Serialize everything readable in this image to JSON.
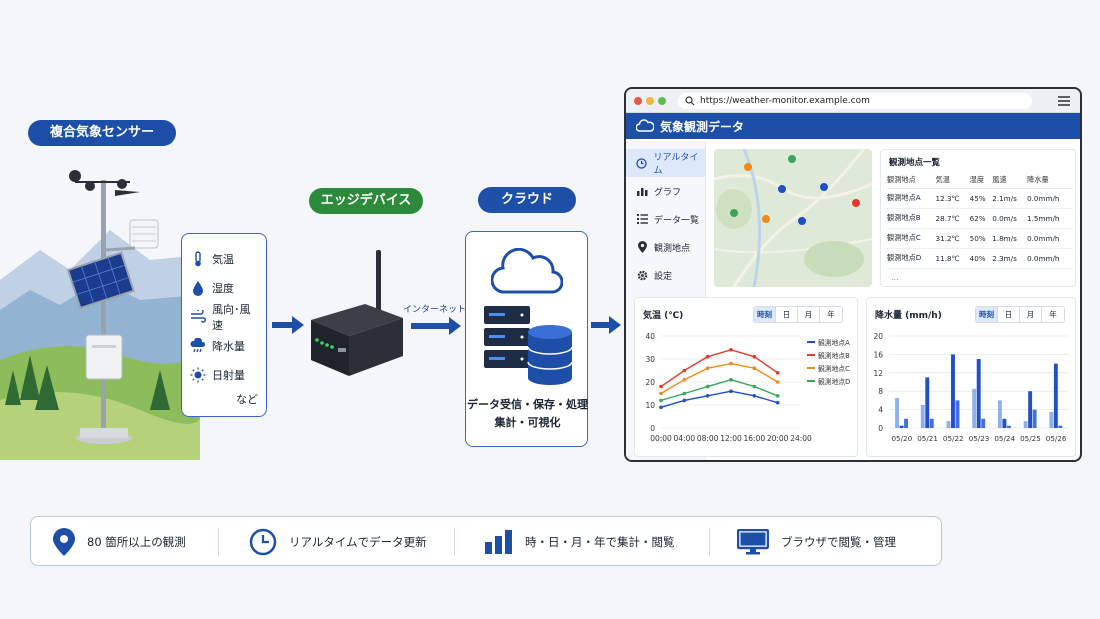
{
  "labels": {
    "sensor": "複合気象センサー",
    "edge": "エッジデバイス",
    "cloud": "クラウド",
    "internet": "インターネット"
  },
  "sensors": [
    {
      "label": "気温",
      "icon": "thermometer-icon"
    },
    {
      "label": "湿度",
      "icon": "droplet-icon"
    },
    {
      "label": "風向･風速",
      "icon": "wind-icon"
    },
    {
      "label": "降水量",
      "icon": "rain-icon"
    },
    {
      "label": "日射量",
      "icon": "sun-icon"
    }
  ],
  "sensors_more": "など",
  "cloud_text": {
    "line1": "データ受信・保存・処理",
    "line2": "集計・可視化"
  },
  "browser": {
    "url": "https://weather-monitor.example.com",
    "app_title": "気象観測データ",
    "sidebar": [
      {
        "label": "リアルタイム",
        "icon": "clock-icon",
        "active": true
      },
      {
        "label": "グラフ",
        "icon": "bar-chart-icon",
        "active": false
      },
      {
        "label": "データ一覧",
        "icon": "list-icon",
        "active": false
      },
      {
        "label": "観測地点",
        "icon": "pin-icon",
        "active": false
      },
      {
        "label": "設定",
        "icon": "gear-icon",
        "active": false
      }
    ],
    "table": {
      "title": "観測地点一覧",
      "headers": [
        "観測地点",
        "気温",
        "湿度",
        "風速",
        "降水量"
      ],
      "rows": [
        [
          "観測地点A",
          "12.3℃",
          "45%",
          "2.1m/s",
          "0.0mm/h"
        ],
        [
          "観測地点B",
          "28.7℃",
          "62%",
          "0.0m/s",
          "1.5mm/h"
        ],
        [
          "観測地点C",
          "31.2℃",
          "50%",
          "1.8m/s",
          "0.0mm/h"
        ],
        [
          "観測地点D",
          "11.8℃",
          "40%",
          "2.3m/s",
          "0.0mm/h"
        ]
      ],
      "more": "..."
    },
    "tabs": [
      "時刻",
      "日",
      "月",
      "年"
    ]
  },
  "features": [
    {
      "label": "80 箇所以上の観測",
      "icon": "pin-icon"
    },
    {
      "label": "リアルタイムでデータ更新",
      "icon": "clock-icon"
    },
    {
      "label": "時・日・月・年で集計・閲覧",
      "icon": "bar-chart-icon"
    },
    {
      "label": "ブラウザで閲覧・管理",
      "icon": "monitor-icon"
    }
  ],
  "colors": {
    "brand": "#1d4ea8",
    "green": "#2c8a3a",
    "accent_arrow": "#1d4ea8"
  },
  "chart_data": [
    {
      "type": "line",
      "title": "気温 (℃)",
      "x": [
        "00:00",
        "04:00",
        "08:00",
        "12:00",
        "16:00",
        "20:00",
        "24:00"
      ],
      "ylim": [
        0,
        40
      ],
      "yticks": [
        0,
        10,
        20,
        30,
        40
      ],
      "series": [
        {
          "name": "観測地点A",
          "color": "#1f4fc9",
          "points": [
            [
              0,
              9
            ],
            [
              4,
              12
            ],
            [
              8,
              14
            ],
            [
              12,
              16
            ],
            [
              16,
              14
            ],
            [
              20,
              11
            ]
          ]
        },
        {
          "name": "観測地点B",
          "color": "#e03a2f",
          "points": [
            [
              0,
              18
            ],
            [
              4,
              25
            ],
            [
              8,
              31
            ],
            [
              12,
              34
            ],
            [
              16,
              31
            ],
            [
              20,
              24
            ]
          ]
        },
        {
          "name": "観測地点C",
          "color": "#f08a1c",
          "points": [
            [
              0,
              15
            ],
            [
              4,
              21
            ],
            [
              8,
              26
            ],
            [
              12,
              28
            ],
            [
              16,
              26
            ],
            [
              20,
              20
            ]
          ]
        },
        {
          "name": "観測地点D",
          "color": "#3aa657",
          "points": [
            [
              0,
              12
            ],
            [
              4,
              15
            ],
            [
              8,
              18
            ],
            [
              12,
              21
            ],
            [
              16,
              18
            ],
            [
              20,
              14
            ]
          ]
        }
      ]
    },
    {
      "type": "bar",
      "title": "降水量 (mm/h)",
      "categories": [
        "05/20",
        "05/21",
        "05/22",
        "05/23",
        "05/24",
        "05/25",
        "05/26"
      ],
      "ylim": [
        0,
        20
      ],
      "yticks": [
        0,
        4,
        8,
        12,
        16,
        20
      ],
      "series": [
        {
          "name": "s1",
          "color": "#8fb0ee",
          "values": [
            6.5,
            5,
            1.5,
            8.5,
            6,
            1.5,
            3.5
          ]
        },
        {
          "name": "s2",
          "color": "#1f4fc9",
          "values": [
            0.5,
            11,
            16,
            15,
            2,
            8,
            14
          ]
        },
        {
          "name": "s3",
          "color": "#3f6fe0",
          "values": [
            2,
            2,
            6,
            2,
            0.5,
            4,
            0.5
          ]
        }
      ]
    }
  ]
}
